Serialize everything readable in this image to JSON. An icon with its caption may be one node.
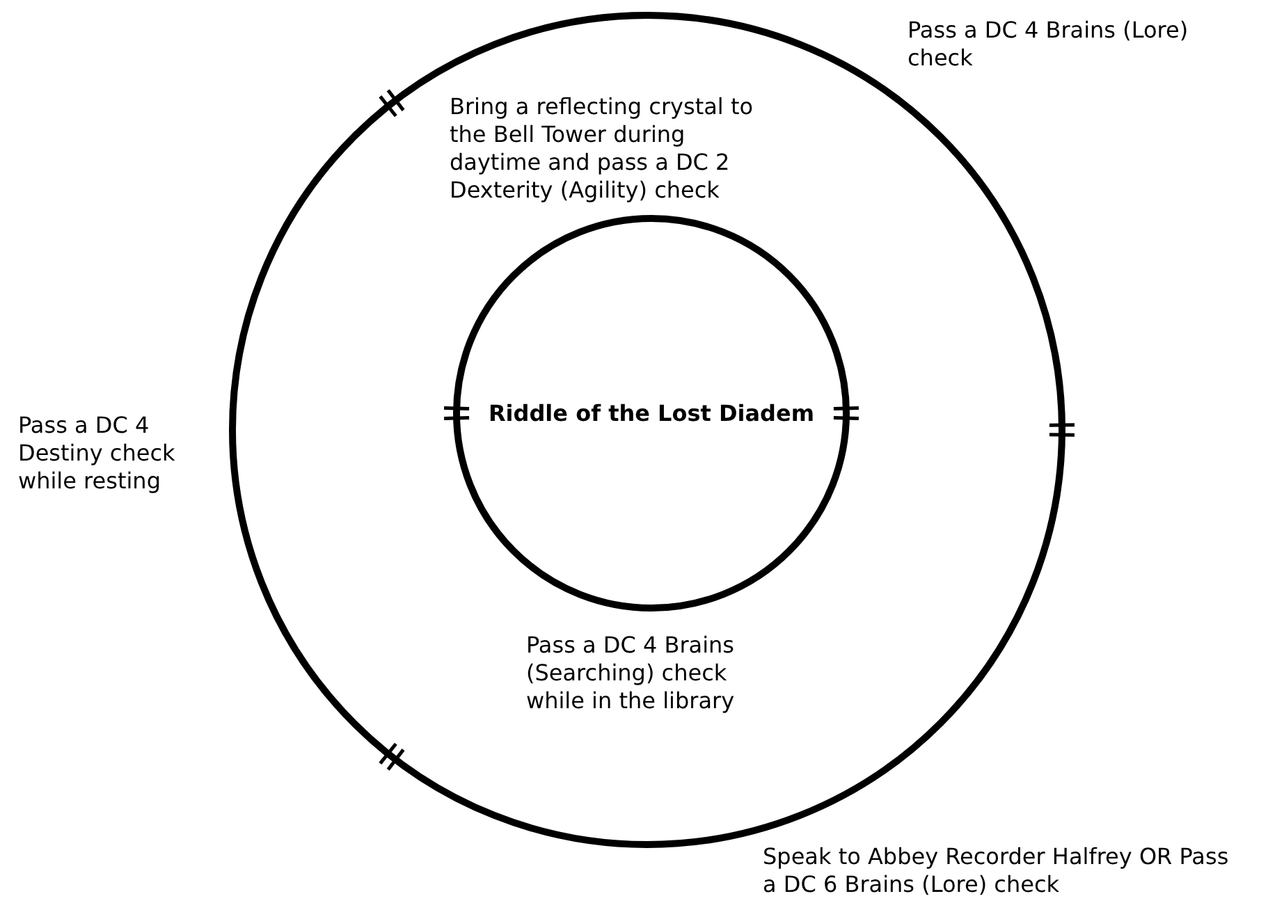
{
  "diagram": {
    "nodes": [
      {
        "text": [],
        "shape": "circle"
      },
      {
        "text": [
          "Riddle of the Lost Diadem"
        ],
        "in": 0
      }
    ],
    "labels": [
      "Pass a DC 4 Brains (Lore) check",
      "Bring a reflecting crystal to the Bell Tower during daytime and pass a DC 2 Dexterity (Agility) check",
      "Pass a DC 4 Destiny check while resting",
      "Pass a DC 4 Brains (Searching) check while in the library",
      "Speak to Abbey Recorder Halfrey OR Pass a DC 6 Brains (Lore) check"
    ]
  }
}
